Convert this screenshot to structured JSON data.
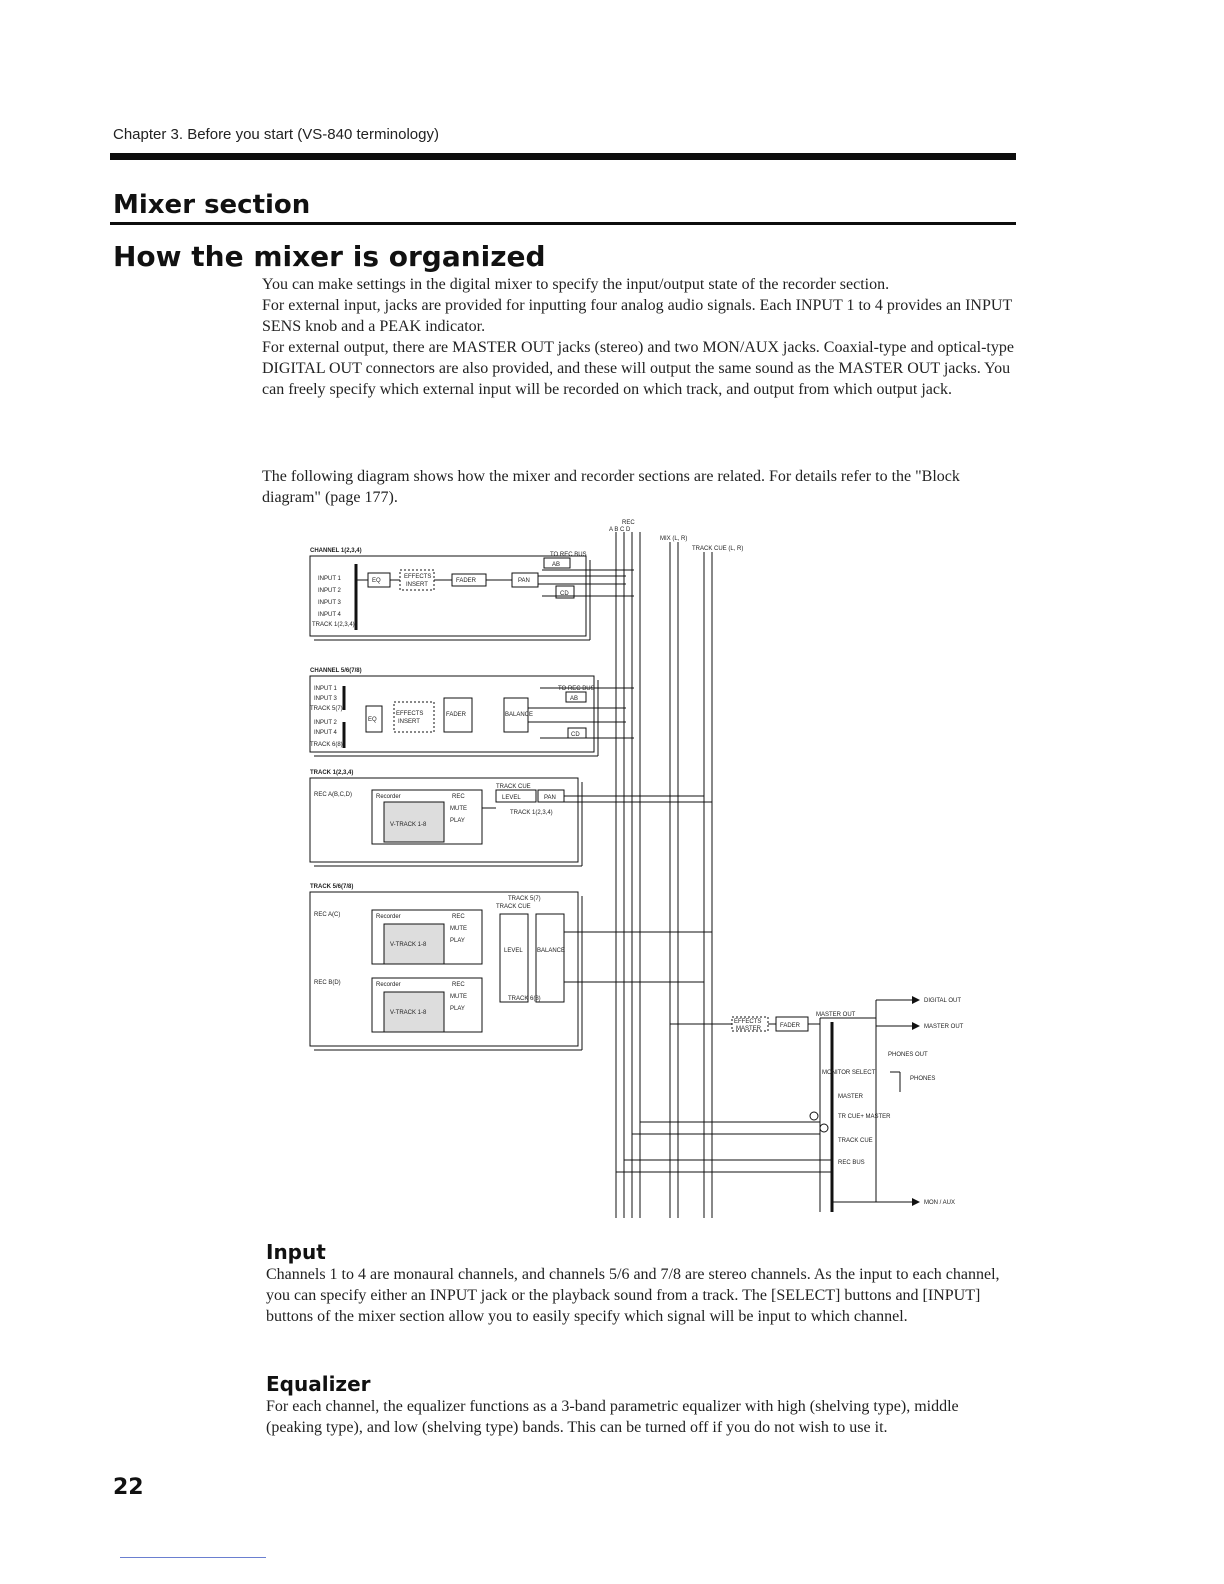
{
  "header": {
    "chapter": "Chapter 3.  Before you start (VS-840 terminology)"
  },
  "section_title": "Mixer section",
  "subsection_title": "How the mixer is organized",
  "intro_paragraphs": [
    "You can make settings in the digital mixer to specify the input/output state of the recorder section.",
    "For external input, jacks are provided for inputting four analog audio signals. Each INPUT 1 to 4 provides an INPUT SENS knob and a PEAK indicator.",
    "For external output, there are MASTER OUT jacks (stereo) and two MON/AUX jacks. Coaxial-type and optical-type DIGITAL OUT connectors are also provided, and these will output the same sound as the MASTER OUT jacks. You can freely specify which external input will be recorded on which track, and output from which output jack."
  ],
  "diagram_intro": "The following diagram shows how the mixer and recorder sections are related. For details refer to the \"Block diagram\" (page 177).",
  "diagram": {
    "top": {
      "rec": "REC",
      "abcd": "A  B  C  D",
      "mix": "MIX (L, R)",
      "track_cue": "TRACK CUE (L, R)"
    },
    "ch14": {
      "title": "CHANNEL 1(2,3,4)",
      "inputs": [
        "INPUT 1",
        "INPUT 2",
        "INPUT 3",
        "INPUT 4",
        "TRACK 1(2,3,4)"
      ],
      "eq": "EQ",
      "effects": "EFFECTS",
      "insert": "INSERT",
      "fader": "FADER",
      "pan": "PAN",
      "to_rec_bus": "TO REC BUS",
      "ab": "AB",
      "cd": "CD"
    },
    "ch58": {
      "title": "CHANNEL 5/6(7/8)",
      "inputs": [
        "INPUT 1",
        "INPUT 3",
        "TRACK 5(7)",
        "INPUT 2",
        "INPUT 4",
        "TRACK 6(8)"
      ],
      "eq": "EQ",
      "effects": "EFFECTS",
      "insert": "INSERT",
      "fader": "FADER",
      "balance": "BALANCE",
      "to_rec_bus": "TO REC BUS",
      "ab": "AB",
      "cd": "CD"
    },
    "tr14": {
      "title": "TRACK 1(2,3,4)",
      "rec": "REC A(B,C,D)",
      "recorder": "Recorder",
      "recsig": "REC",
      "mute": "MUTE",
      "play": "PLAY",
      "vtrack": "V-TRACK 1-8",
      "track_cue": "TRACK CUE",
      "level": "LEVEL",
      "pan": "PAN",
      "out": "TRACK 1(2,3,4)"
    },
    "tr58": {
      "title": "TRACK 5/6(7/8)",
      "track_out_top": "TRACK 5(7)",
      "track_cue": "TRACK CUE",
      "level": "LEVEL",
      "balance": "BALANCE",
      "track_out_bottom": "TRACK 6(8)",
      "units": [
        {
          "rec": "REC A(C)",
          "recorder": "Recorder",
          "recsig": "REC",
          "mute": "MUTE",
          "play": "PLAY",
          "vtrack": "V-TRACK 1-8"
        },
        {
          "rec": "REC B(D)",
          "recorder": "Recorder",
          "recsig": "REC",
          "mute": "MUTE",
          "play": "PLAY",
          "vtrack": "V-TRACK 1-8"
        }
      ]
    },
    "output": {
      "master_out_section": "MASTER OUT",
      "effects": "EFFECTS",
      "master": "MASTER",
      "fader": "FADER",
      "digital_out": "DIGITAL OUT",
      "master_out": "MASTER OUT",
      "phones_out": "PHONES OUT",
      "phones": "PHONES",
      "monitor_select": "MONITOR SELECT",
      "sel_master": "MASTER",
      "tr_cue_master": "TR CUE+ MASTER",
      "sel_track_cue": "TRACK CUE",
      "sel_rec_bus": "REC BUS",
      "mon_aux": "MON / AUX"
    }
  },
  "input_section": {
    "heading": "Input",
    "body": "Channels 1 to 4 are monaural channels, and channels 5/6 and 7/8 are stereo channels. As the input to each channel, you can specify either an INPUT jack or the playback sound from a track. The [SELECT] buttons and [INPUT] buttons of the mixer section allow you to easily specify which signal will be input to which channel."
  },
  "equalizer_section": {
    "heading": "Equalizer",
    "body": "For each channel, the equalizer functions as a 3-band parametric equalizer with high (shelving type), middle (peaking type), and low (shelving type) bands. This can be turned off if you do not wish to use it."
  },
  "page_number": "22"
}
